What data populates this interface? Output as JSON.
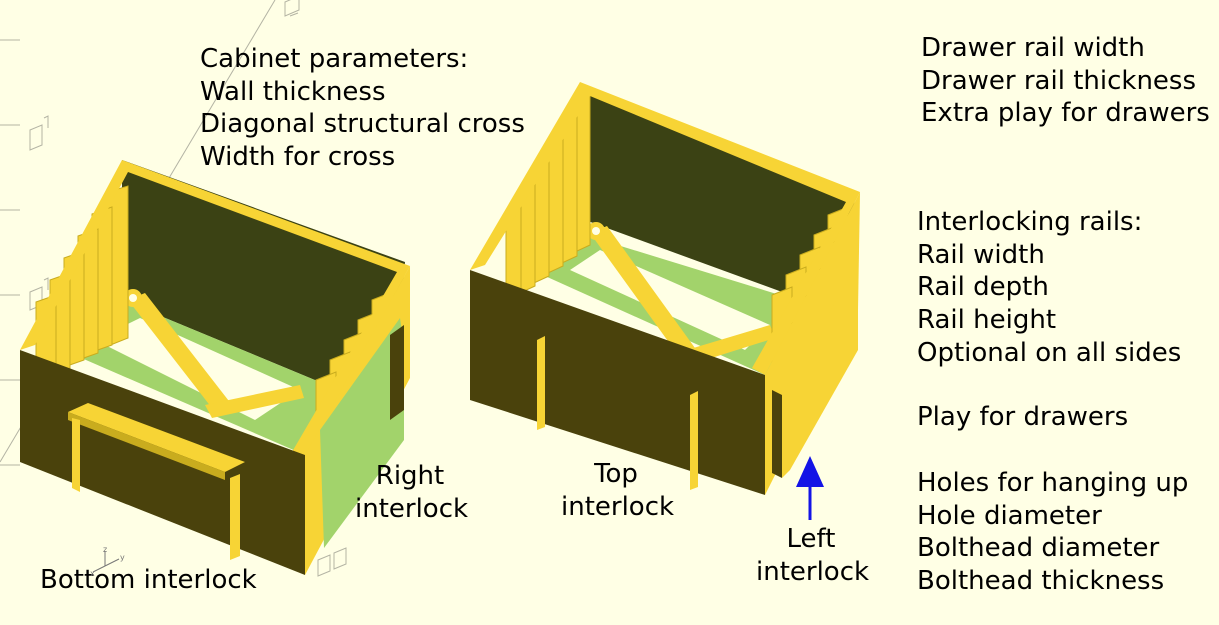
{
  "colors": {
    "background": "#ffffe5",
    "frame": "#f7d435",
    "frame_shadow": "#c9ac1e",
    "wall_dark": "#4a420c",
    "wall_back": "#3b4214",
    "floor_green": "#a2d36b",
    "arrow": "#1414e6",
    "grid": "#b4b4a4"
  },
  "cabinet_params": {
    "heading": "Cabinet parameters:",
    "items": [
      "Wall thickness",
      "Diagonal structural cross",
      "Width for cross"
    ]
  },
  "drawer_rail": {
    "items": [
      "Drawer rail width",
      "Drawer rail thickness",
      "Extra play for drawers"
    ]
  },
  "interlocking_rails": {
    "heading": "Interlocking rails:",
    "items": [
      "Rail width",
      "Rail depth",
      "Rail height",
      "Optional on all sides"
    ]
  },
  "play": {
    "label": "Play for drawers"
  },
  "holes": {
    "items": [
      "Holes for hanging up",
      "Hole diameter",
      "Bolthead diameter",
      "Bolthead thickness"
    ]
  },
  "labels": {
    "right_line1": "Right",
    "right_line2": "interlock",
    "top_line1": "Top",
    "top_line2": "interlock",
    "left_line1": "Left",
    "left_line2": "interlock",
    "bottom": "Bottom interlock"
  },
  "axis_icons": {
    "x": "x",
    "y": "y",
    "z": "z"
  }
}
